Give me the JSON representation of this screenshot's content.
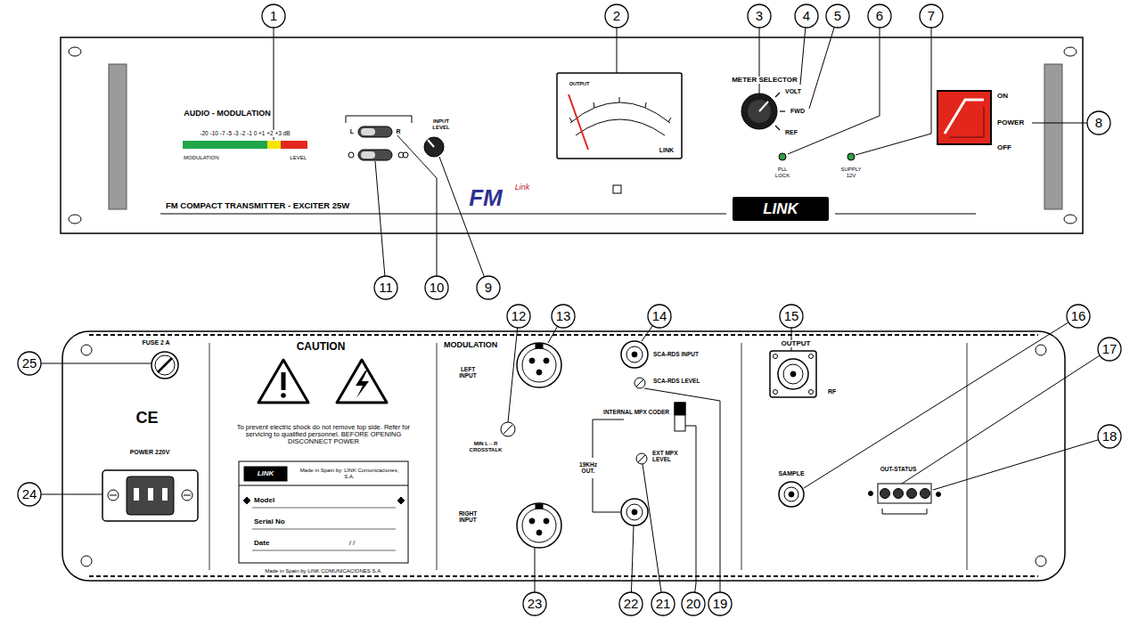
{
  "diagram": {
    "labels": [
      "1",
      "2",
      "3",
      "4",
      "5",
      "6",
      "7",
      "8",
      "9",
      "10",
      "11",
      "AUDIO - MODULATION",
      "-20 -10 -7 -5 -3 -2 -1 0 +1 +2 +3 dB",
      "MODULATION",
      "LEVEL",
      "L",
      "R",
      "INPUT LEVEL",
      "FM",
      "Link",
      "OUTPUT",
      "LINK",
      "METER SELECTOR",
      "VOLT",
      "FWD",
      "REF",
      "PLL LOCK",
      "SUPPLY 12V",
      "LINK",
      "FM COMPACT TRANSMITTER - EXCITER 25W",
      "ON",
      "POWER",
      "OFF",
      "12",
      "13",
      "14",
      "15",
      "16",
      "17",
      "18",
      "19",
      "20",
      "21",
      "22",
      "23",
      "24",
      "25",
      "FUSE 2 A",
      "CE",
      "POWER 220V",
      "CAUTION",
      "To prevent electric shock do not remove top side. Refer for servicing to qualified personnel. BEFORE OPENING DISCONNECT POWER",
      "LINK",
      "Made in Spain by: LINK Comunicaciones, S.A.",
      "Model",
      "Serial No",
      "Date",
      "/ /",
      "Made in Spain by LINK COMUNICACIONES S.A.",
      "MODULATION",
      "LEFT INPUT",
      "MIN L↔R CROSSTALK",
      "RIGHT INPUT",
      "SCA-RDS INPUT",
      "SCA-RDS LEVEL",
      "INTERNAL MPX CODER",
      "19KHz OUT.",
      "EXT MPX LEVEL",
      "OUTPUT",
      "RF",
      "SAMPLE",
      "OUT-STATUS"
    ]
  }
}
